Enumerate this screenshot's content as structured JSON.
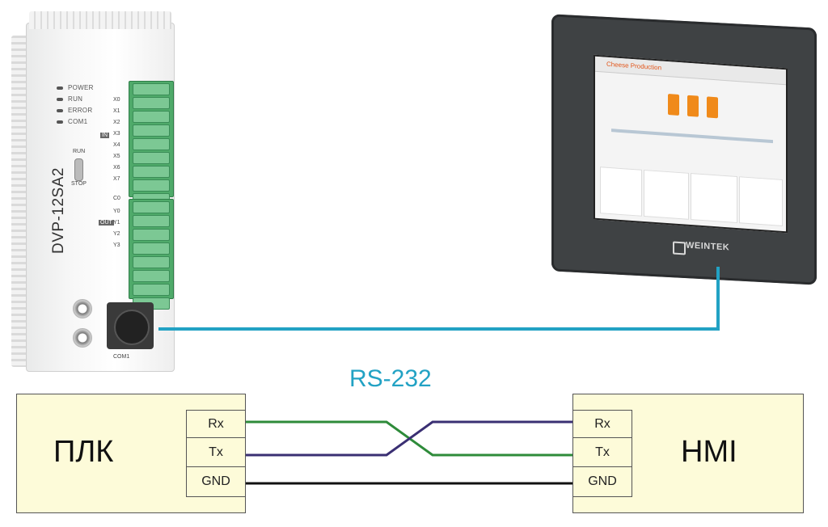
{
  "plc_device": {
    "model": "DVP-12SA2",
    "leds": [
      "POWER",
      "RUN",
      "ERROR",
      "COM1"
    ],
    "switch_top": "RUN",
    "switch_bottom": "STOP",
    "inputs": [
      "X0",
      "X1",
      "X2",
      "X3",
      "X4",
      "X5",
      "X6",
      "X7"
    ],
    "outputs": [
      "C0",
      "Y0",
      "Y1",
      "Y2",
      "Y3"
    ],
    "in_badge": "IN",
    "out_badge": "OUT",
    "port_label": "COM1"
  },
  "hmi_device": {
    "brand": "WEINTEK",
    "screen_title": "Cheese Production"
  },
  "cable_label": "RS-232",
  "cable_color": "#22a2c4",
  "left_block": {
    "name": "ПЛК",
    "pins": [
      "Rx",
      "Tx",
      "GND"
    ]
  },
  "right_block": {
    "name": "HMI",
    "pins": [
      "Rx",
      "Tx",
      "GND"
    ]
  },
  "wire_colors": {
    "green": "#2e8b3a",
    "purple": "#3a2f73",
    "black": "#111111"
  },
  "box_fill": "#fdfbd9"
}
